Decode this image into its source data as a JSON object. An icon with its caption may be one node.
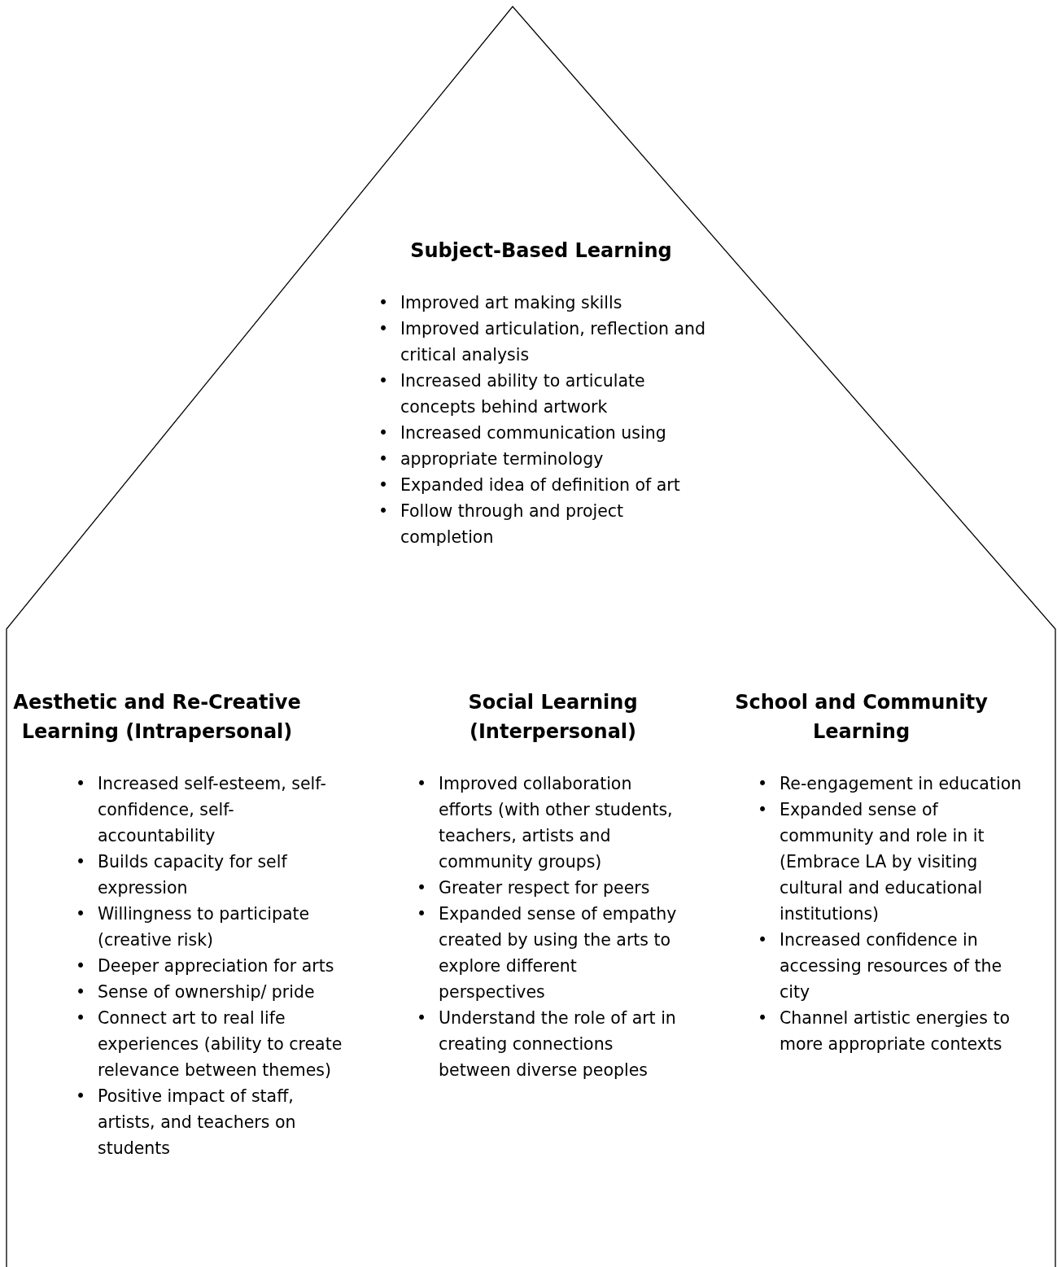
{
  "diagram": {
    "nodes": [
      {
        "text": [],
        "shape": "house"
      },
      {
        "text": [
          "Subject-Based Learning",
          "• Improved art making skills",
          "• Improved articulation, reflection and critical analysis",
          "• Increased ability to articulate concepts behind artwork",
          "• Increased communication using",
          "• appropriate terminology",
          "• Expanded idea of definition of art",
          "• Follow through and project completion"
        ],
        "in": 0
      },
      {
        "text": [
          "Aesthetic and Re-Creative Learning (Intrapersonal)",
          "• Increased self-esteem, self-confidence, self-accountability",
          "• Builds capacity for self expression",
          "• Willingness to participate (creative risk)",
          "• Deeper appreciation for arts",
          "• Sense of ownership/ pride",
          "• Connect art to real life experiences (ability to create relevance between themes)",
          "• Positive impact of staff, artists, and teachers on students"
        ],
        "in": 0
      },
      {
        "text": [
          "Social Learning (Interpersonal)",
          "• Improved collaboration efforts (with other students, teachers, artists and community groups)",
          "• Greater respect for peers",
          "• Expanded sense of empathy created by using the arts to explore different perspectives",
          "• Understand the role of art in creating connections between diverse peoples"
        ],
        "in": 0
      },
      {
        "text": [
          "School and Community Learning",
          "• Re-engagement in education",
          "• Expanded sense of community and role in it (Embrace LA by visiting cultural and educational institutions)",
          "• Increased confidence in accessing resources of the city",
          "• Channel artistic energies to more appropriate contexts"
        ],
        "in": 0
      }
    ]
  }
}
